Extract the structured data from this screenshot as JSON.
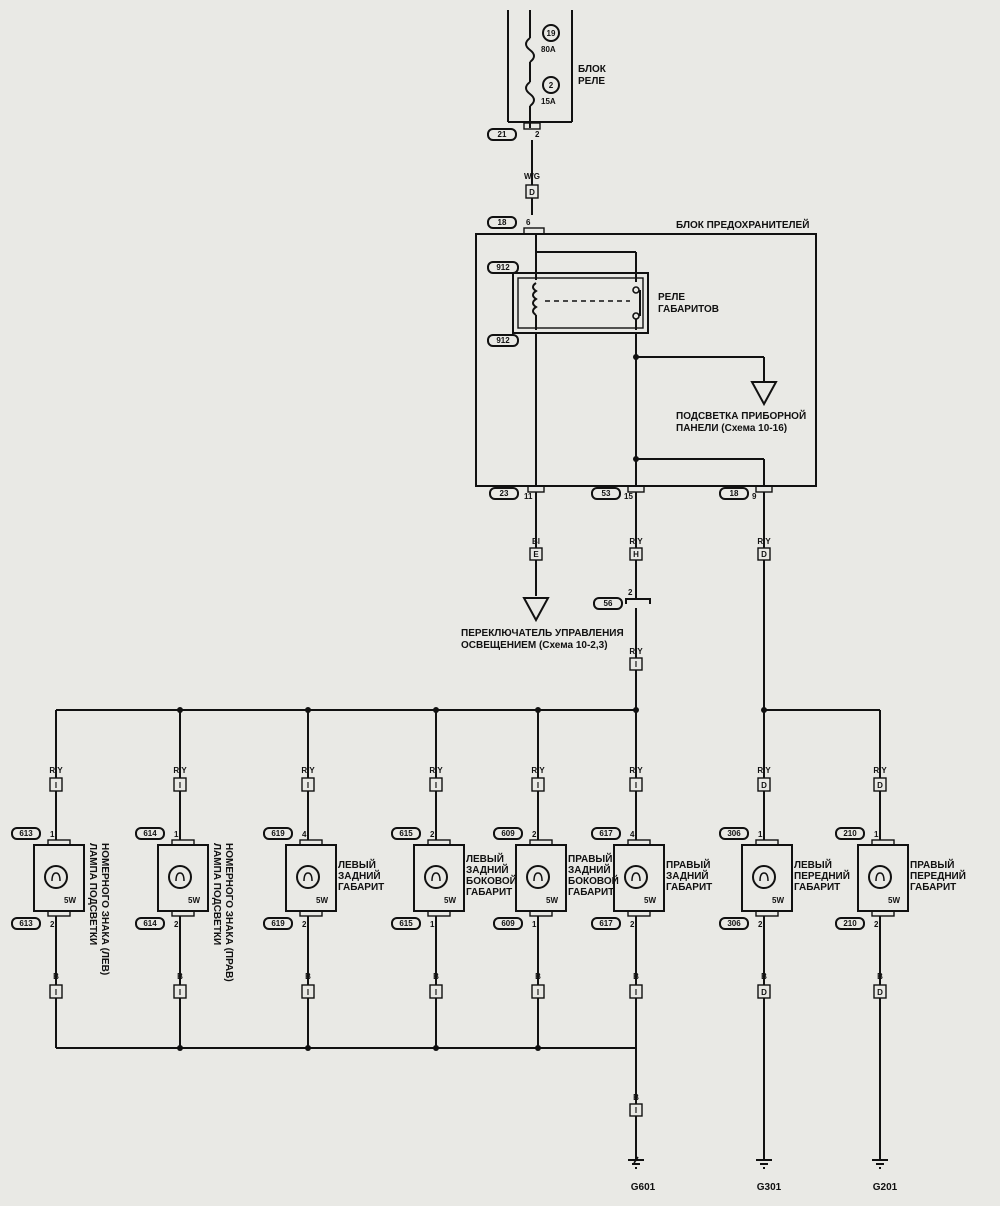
{
  "relay_block": {
    "label_1": "БЛОК",
    "label_2": "РЕЛЕ",
    "fuse_19": {
      "num": "19",
      "rating": "80А"
    },
    "fuse_2": {
      "num": "2",
      "rating": "15А"
    },
    "connector": "21",
    "pin": "2"
  },
  "feed_wire": {
    "color": "W/G",
    "code": "D"
  },
  "fuse_block": {
    "title": "БЛОК ПРЕДОХРАНИТЕЛЕЙ",
    "in_connector": "18",
    "in_pin": "6"
  },
  "relay": {
    "label_1": "РЕЛЕ",
    "label_2": "ГАБАРИТОВ",
    "conn_top": "912",
    "conn_bottom": "912"
  },
  "dash_lighting": {
    "label_1": "ПОДСВЕТКА ПРИБОРНОЙ",
    "label_2": "ПАНЕЛИ (Схема 10-16)"
  },
  "outputs": [
    {
      "connector": "23",
      "pin": "11",
      "wire": "Bl",
      "code": "E"
    },
    {
      "connector": "53",
      "pin": "15",
      "wire": "R/Y",
      "code": "H"
    },
    {
      "connector": "18",
      "pin": "9",
      "wire": "R/Y",
      "code": "D"
    }
  ],
  "light_switch": {
    "label_1": "ПЕРЕКЛЮЧАТЕЛЬ УПРАВЛЕНИЯ",
    "label_2": "ОСВЕЩЕНИЕМ (Схема 10-2,3)"
  },
  "joint_56": {
    "connector": "56",
    "pin": "2",
    "wire": "R/Y",
    "code": "I"
  },
  "lamps": [
    {
      "wire_top": "R/Y",
      "code_top": "I",
      "conn_top": "613",
      "pin_top": "1",
      "conn_bot": "613",
      "pin_bot": "2",
      "watt": "5W",
      "wire_bot": "B",
      "code_bot": "I",
      "lines": [
        "ЛАМПА ПОДСВЕТКИ",
        "НОМЕРНОГО ЗНАКА (ЛЕВ)"
      ],
      "vertical": true
    },
    {
      "wire_top": "R/Y",
      "code_top": "I",
      "conn_top": "614",
      "pin_top": "1",
      "conn_bot": "614",
      "pin_bot": "2",
      "watt": "5W",
      "wire_bot": "B",
      "code_bot": "I",
      "lines": [
        "ЛАМПА ПОДСВЕТКИ",
        "НОМЕРНОГО ЗНАКА (ПРАВ)"
      ],
      "vertical": true
    },
    {
      "wire_top": "R/Y",
      "code_top": "I",
      "conn_top": "619",
      "pin_top": "4",
      "conn_bot": "619",
      "pin_bot": "2",
      "watt": "5W",
      "wire_bot": "B",
      "code_bot": "I",
      "lines": [
        "ЛЕВЫЙ",
        "ЗАДНИЙ",
        "ГАБАРИТ"
      ],
      "vertical": false
    },
    {
      "wire_top": "R/Y",
      "code_top": "I",
      "conn_top": "615",
      "pin_top": "2",
      "conn_bot": "615",
      "pin_bot": "1",
      "watt": "5W",
      "wire_bot": "B",
      "code_bot": "I",
      "lines": [
        "ЛЕВЫЙ",
        "ЗАДНИЙ",
        "БОКОВОЙ",
        "ГАБАРИТ"
      ],
      "vertical": false
    },
    {
      "wire_top": "R/Y",
      "code_top": "I",
      "conn_top": "609",
      "pin_top": "2",
      "conn_bot": "609",
      "pin_bot": "1",
      "watt": "5W",
      "wire_bot": "B",
      "code_bot": "I",
      "lines": [
        "ПРАВЫЙ",
        "ЗАДНИЙ",
        "БОКОВОЙ",
        "ГАБАРИТ"
      ],
      "vertical": false
    },
    {
      "wire_top": "R/Y",
      "code_top": "I",
      "conn_top": "617",
      "pin_top": "4",
      "conn_bot": "617",
      "pin_bot": "2",
      "watt": "5W",
      "wire_bot": "B",
      "code_bot": "I",
      "lines": [
        "ПРАВЫЙ",
        "ЗАДНИЙ",
        "ГАБАРИТ"
      ],
      "vertical": false
    },
    {
      "wire_top": "R/Y",
      "code_top": "D",
      "conn_top": "306",
      "pin_top": "1",
      "conn_bot": "306",
      "pin_bot": "2",
      "watt": "5W",
      "wire_bot": "B",
      "code_bot": "D",
      "lines": [
        "ЛЕВЫЙ",
        "ПЕРЕДНИЙ",
        "ГАБАРИТ"
      ],
      "vertical": false
    },
    {
      "wire_top": "R/Y",
      "code_top": "D",
      "conn_top": "210",
      "pin_top": "1",
      "conn_bot": "210",
      "pin_bot": "2",
      "watt": "5W",
      "wire_bot": "B",
      "code_bot": "D",
      "lines": [
        "ПРАВЫЙ",
        "ПЕРЕДНИЙ",
        "ГАБАРИТ"
      ],
      "vertical": false
    }
  ],
  "grounds": [
    {
      "wire": "B",
      "code": "I",
      "name": "G601"
    },
    {
      "name": "G301"
    },
    {
      "name": "G201"
    }
  ]
}
